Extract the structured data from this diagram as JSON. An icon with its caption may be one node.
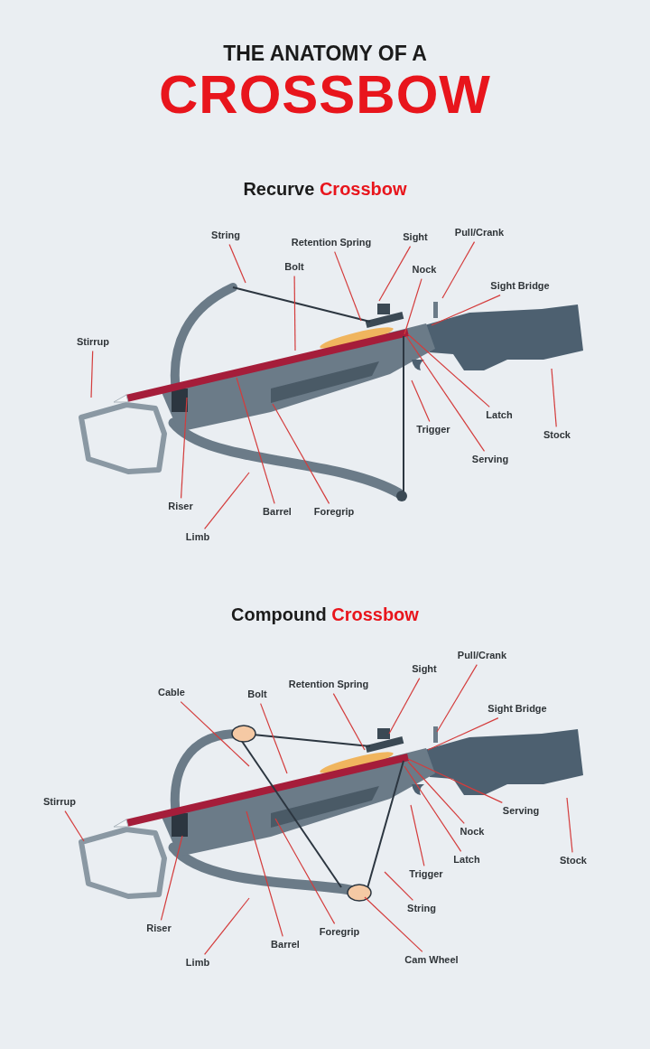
{
  "diagram": {
    "title": "THE ANATOMY OF A CROSSBOW",
    "nodes": [
      {
        "text": [
          "String"
        ]
      },
      {
        "text": [
          "Retention Spring"
        ]
      },
      {
        "text": [
          "Sight"
        ]
      },
      {
        "text": [
          "Pull/Crank"
        ]
      },
      {
        "text": [
          "Bolt"
        ]
      },
      {
        "text": [
          "Nock"
        ]
      },
      {
        "text": [
          "Sight Bridge"
        ]
      },
      {
        "text": [
          "Stirrup"
        ]
      },
      {
        "text": [
          "Latch"
        ]
      },
      {
        "text": [
          "Trigger"
        ]
      },
      {
        "text": [
          "Stock"
        ]
      },
      {
        "text": [
          "Serving"
        ]
      },
      {
        "text": [
          "Riser"
        ]
      },
      {
        "text": [
          "Barrel"
        ]
      },
      {
        "text": [
          "Foregrip"
        ]
      },
      {
        "text": [
          "Limb"
        ]
      },
      {
        "text": [
          "Pull/Crank"
        ]
      },
      {
        "text": [
          "Sight"
        ]
      },
      {
        "text": [
          "Retention Spring"
        ]
      },
      {
        "text": [
          "Cable"
        ]
      },
      {
        "text": [
          "Bolt"
        ]
      },
      {
        "text": [
          "Sight Bridge"
        ]
      },
      {
        "text": [
          "Stirrup"
        ]
      },
      {
        "text": [
          "Serving"
        ]
      },
      {
        "text": [
          "Nock"
        ]
      },
      {
        "text": [
          "Stock"
        ]
      },
      {
        "text": [
          "Latch"
        ]
      },
      {
        "text": [
          "Trigger"
        ]
      },
      {
        "text": [
          "String"
        ]
      },
      {
        "text": [
          "Riser"
        ]
      },
      {
        "text": [
          "Foregrip"
        ]
      },
      {
        "text": [
          "Barrel"
        ]
      },
      {
        "text": [
          "Limb"
        ]
      },
      {
        "text": [
          "Cam Wheel"
        ]
      }
    ],
    "edges": [
      {
        "from": 0,
        "to": null,
        "arrow": "none"
      },
      {
        "from": 1,
        "to": null,
        "arrow": "none"
      },
      {
        "from": 2,
        "to": null,
        "arrow": "none"
      },
      {
        "from": 3,
        "to": null,
        "arrow": "none"
      },
      {
        "from": 4,
        "to": null,
        "arrow": "none"
      },
      {
        "from": 5,
        "to": null,
        "arrow": "none"
      },
      {
        "from": 6,
        "to": null,
        "arrow": "none"
      },
      {
        "from": 7,
        "to": null,
        "arrow": "none"
      },
      {
        "from": 8,
        "to": null,
        "arrow": "none"
      },
      {
        "from": 9,
        "to": null,
        "arrow": "none"
      },
      {
        "from": 10,
        "to": null,
        "arrow": "none"
      },
      {
        "from": 11,
        "to": null,
        "arrow": "none"
      },
      {
        "from": 12,
        "to": null,
        "arrow": "none"
      },
      {
        "from": 13,
        "to": null,
        "arrow": "none"
      },
      {
        "from": 14,
        "to": null,
        "arrow": "none"
      },
      {
        "from": 15,
        "to": null,
        "arrow": "none"
      },
      {
        "from": 16,
        "to": null,
        "arrow": "none"
      },
      {
        "from": 17,
        "to": null,
        "arrow": "none"
      },
      {
        "from": 18,
        "to": null,
        "arrow": "none"
      },
      {
        "from": 19,
        "to": null,
        "arrow": "none"
      },
      {
        "from": 20,
        "to": null,
        "arrow": "none"
      },
      {
        "from": 21,
        "to": null,
        "arrow": "none"
      },
      {
        "from": 22,
        "to": null,
        "arrow": "none"
      },
      {
        "from": 23,
        "to": null,
        "arrow": "none"
      },
      {
        "from": 24,
        "to": null,
        "arrow": "none"
      },
      {
        "from": 25,
        "to": null,
        "arrow": "none"
      },
      {
        "from": 26,
        "to": null,
        "arrow": "none"
      },
      {
        "from": 27,
        "to": null,
        "arrow": "none"
      },
      {
        "from": 28,
        "to": null,
        "arrow": "none"
      },
      {
        "from": 29,
        "to": null,
        "arrow": "none"
      },
      {
        "from": 30,
        "to": null,
        "arrow": "none"
      },
      {
        "from": 31,
        "to": null,
        "arrow": "none"
      },
      {
        "from": 32,
        "to": null,
        "arrow": "none"
      },
      {
        "from": 33,
        "to": null,
        "arrow": "none"
      }
    ],
    "labels": [
      "Recurve Crossbow",
      "Compound Crossbow"
    ]
  }
}
